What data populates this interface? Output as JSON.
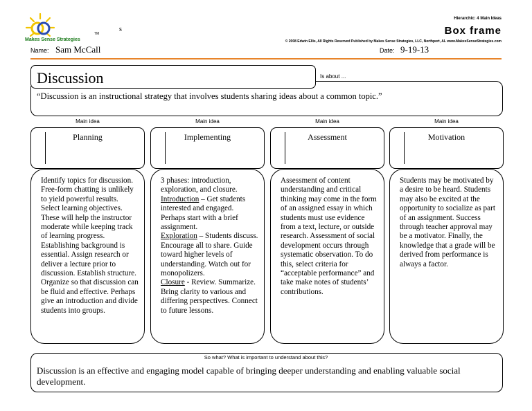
{
  "header": {
    "logo_text": "Makes Sense Strategies",
    "tm": "TM",
    "s_mark": "s",
    "name_label": "Name:",
    "name_value": "Sam McCall",
    "hierarchy_label": "Hierarchic: 4 Main Ideas",
    "frame_title": "Box frame",
    "copyright": "© 2008 Edwin Ellis, All Rights Reserved   Published by Makes Sense Strategies, LLC, Northport, AL   www.MakesSenseStrategies.com",
    "date_label": "Date:",
    "date_value": "9-19-13",
    "accent_color": "#e8842a"
  },
  "topic": {
    "title": "Discussion",
    "is_about_label": "Is about ...",
    "is_about_text": "“Discussion is an instructional strategy that involves students sharing ideas about a common topic.”"
  },
  "main_ideas": [
    {
      "label": "Main idea",
      "title": "Planning",
      "details": [
        {
          "text": "Identify topics for discussion. Free-form chatting is unlikely to yield powerful results. Select learning objectives. These will help the instructor moderate while keeping track of learning progress. Establishing background is essential. Assign research or deliver a lecture prior to discussion. Establish structure. Organize so that discussion can be fluid and effective. Perhaps give an introduction and divide students into groups."
        }
      ]
    },
    {
      "label": "Main idea",
      "title": "Implementing",
      "details": [
        {
          "text": "3 phases: introduction, exploration, and closure."
        },
        {
          "term": "Introduction",
          "text": " – Get students interested and engaged. Perhaps start with a brief assignment."
        },
        {
          "term": "Exploration",
          "text": " – Students discuss. Encourage all to share. Guide toward higher levels of understanding. Watch out for monopolizers."
        },
        {
          "term": "Closure",
          "text": " -  Review. Summarize. Bring clarity to various and differing perspectives. Connect to future lessons."
        }
      ]
    },
    {
      "label": "Main idea",
      "title": "Assessment",
      "details": [
        {
          "text": "Assessment of content understanding and critical thinking may come in the form of an assigned essay in which students must use evidence from a text, lecture, or outside research. Assessment of social development occurs through systematic observation. To do this, select criteria for “acceptable performance” and take make notes of students’ contributions."
        }
      ]
    },
    {
      "label": "Main idea",
      "title": "Motivation",
      "details": [
        {
          "text": "Students may be motivated by a desire to be heard. Students may also be excited at the opportunity to socialize as part of an assignment. Success through teacher approval may be a motivator. Finally, the knowledge that a grade will be derived from performance is always a factor."
        }
      ]
    }
  ],
  "so_what": {
    "label": "So what? What is important to understand about this?",
    "text": "Discussion is an effective and engaging model capable of bringing deeper understanding and enabling valuable social development."
  }
}
